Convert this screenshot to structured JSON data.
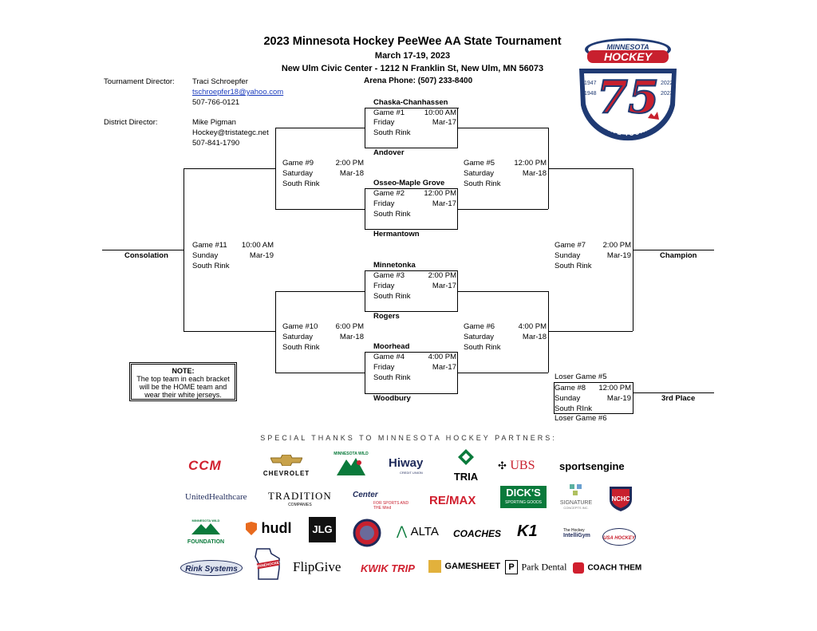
{
  "header": {
    "title": "2023 Minnesota Hockey PeeWee AA State Tournament",
    "dates": "March 17-19, 2023",
    "venue": "New Ulm Civic Center - 1212 N Franklin St, New Ulm, MN 56073",
    "arena_phone": "Arena Phone: (507) 233-8400"
  },
  "contacts": {
    "tournament_director_label": "Tournament Director:",
    "tournament_director_name": "Traci Schroepfer",
    "tournament_director_email": "tschroepfer18@yahoo.com",
    "tournament_director_phone": "507-766-0121",
    "district_director_label": "District Director:",
    "district_director_name": "Mike Pigman",
    "district_director_email": "Hockey@tristategc.net",
    "district_director_phone": "507-841-1790"
  },
  "emblem": {
    "top": "MINNESOTA",
    "name": "HOCKEY",
    "number": "75",
    "years_left_top": "1947",
    "years_left_bottom": "1948",
    "years_right_top": "2022",
    "years_right_bottom": "2023",
    "ring_text": "2023 STATE TOURNAMENT",
    "colors": {
      "navy": "#1f3a73",
      "red": "#c8202e"
    }
  },
  "teams": {
    "t1": "Chaska-Chanhassen",
    "t2": "Andover",
    "t3": "Osseo-Maple Grove",
    "t4": "Hermantown",
    "t5": "Minnetonka",
    "t6": "Rogers",
    "t7": "Moorhead",
    "t8": "Woodbury"
  },
  "games": {
    "g1": {
      "label": "Game #1",
      "time": "10:00 AM",
      "day": "Friday",
      "date": "Mar-17",
      "rink": "South Rink"
    },
    "g2": {
      "label": "Game #2",
      "time": "12:00 PM",
      "day": "Friday",
      "date": "Mar-17",
      "rink": "South Rink"
    },
    "g3": {
      "label": "Game #3",
      "time": "2:00 PM",
      "day": "Friday",
      "date": "Mar-17",
      "rink": "South Rink"
    },
    "g4": {
      "label": "Game #4",
      "time": "4:00 PM",
      "day": "Friday",
      "date": "Mar-17",
      "rink": "South Rink"
    },
    "g5": {
      "label": "Game #5",
      "time": "12:00 PM",
      "day": "Saturday",
      "date": "Mar-18",
      "rink": "South Rink"
    },
    "g6": {
      "label": "Game #6",
      "time": "4:00 PM",
      "day": "Saturday",
      "date": "Mar-18",
      "rink": "South Rink"
    },
    "g7": {
      "label": "Game #7",
      "time": "2:00 PM",
      "day": "Sunday",
      "date": "Mar-19",
      "rink": "South Rink"
    },
    "g8": {
      "label": "Game #8",
      "time": "12:00 PM",
      "day": "Sunday",
      "date": "Mar-19",
      "rink": "South RInk"
    },
    "g9": {
      "label": "Game #9",
      "time": "2:00 PM",
      "day": "Saturday",
      "date": "Mar-18",
      "rink": "South Rink"
    },
    "g10": {
      "label": "Game #10",
      "time": "6:00 PM",
      "day": "Saturday",
      "date": "Mar-18",
      "rink": "South Rink"
    },
    "g11": {
      "label": "Game #11",
      "time": "10:00 AM",
      "day": "Sunday",
      "date": "Mar-19",
      "rink": "South Rink"
    }
  },
  "results": {
    "consolation": "Consolation",
    "champion": "Champion",
    "third_place": "3rd Place",
    "loser_g5": "Loser Game #5",
    "loser_g6": "Loser Game #6"
  },
  "note": {
    "heading": "NOTE:",
    "body": "The top team in each bracket will be the HOME team and wear their white jerseys."
  },
  "sponsors": {
    "heading": "SPECIAL THANKS TO MINNESOTA HOCKEY PARTNERS:",
    "row1": [
      "CCM",
      "CHEVROLET",
      "MINNESOTA WILD",
      "Hiway",
      "CREDIT UNION",
      "TRIA",
      "UBS",
      "sportsengine"
    ],
    "row2": [
      "UnitedHealthcare",
      "TRADITION",
      "COMPANIES",
      "Center",
      "FOR SPORTS AND THE Mind",
      "RE/MAX",
      "DICK'S",
      "SPORTING GOODS",
      "SIGNATURE",
      "CONCEPTS INC.",
      "NCHC"
    ],
    "row3": [
      "MINNESOTA WILD",
      "FOUNDATION",
      "hudl",
      "JLG",
      "ALTA",
      "COACHES",
      "K1",
      "The Hockey",
      "IntelliGym",
      "USA HOCKEY"
    ],
    "row4": [
      "Rink Systems",
      "MINNEHOCKEY",
      "FlipGive",
      "KWIK TRIP",
      "GAMESHEET",
      "Park Dental",
      "COACH THEM"
    ],
    "colors": {
      "red": "#d01f2e",
      "green": "#0a7a3b",
      "navy": "#1e2a5a",
      "gold": "#c8a24a"
    }
  }
}
